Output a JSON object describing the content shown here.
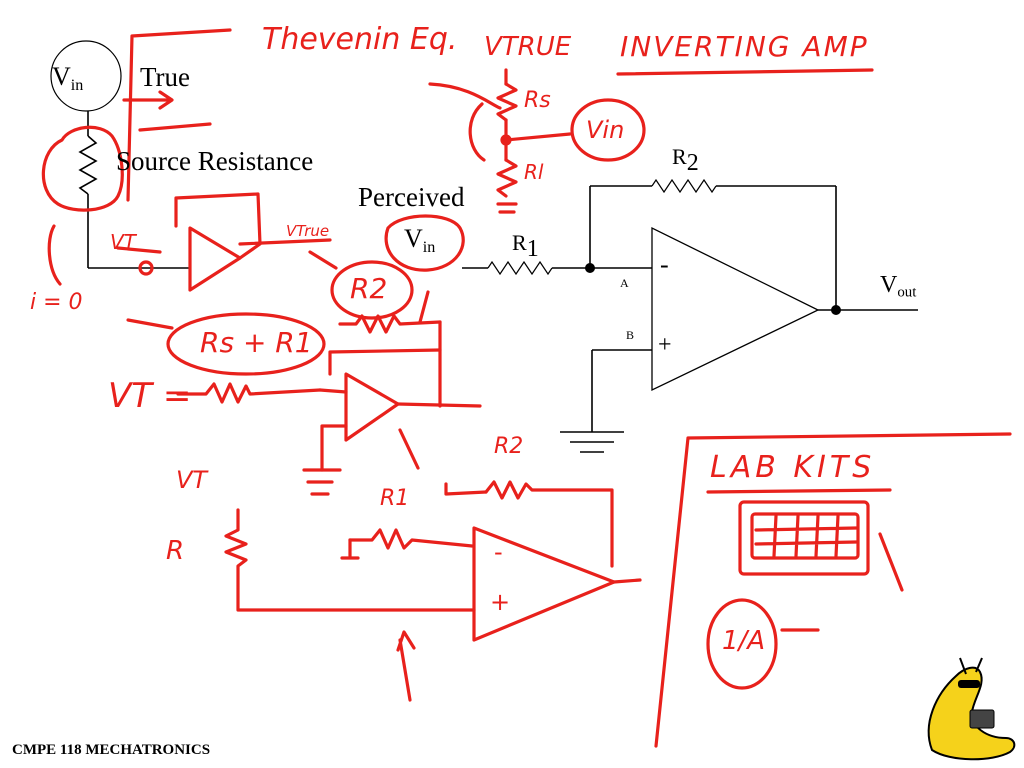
{
  "slide": {
    "footer": "CMPE 118 MECHATRONICS",
    "labels": {
      "vin_left_main": "V",
      "vin_left_sub": "in",
      "true": "True",
      "source_resistance": "Source Resistance",
      "perceived": "Perceived",
      "vin_right_main": "V",
      "vin_right_sub": "in",
      "r2_main": "R",
      "r2_sub": "2",
      "r1_main": "R",
      "r1_sub": "1",
      "node_a": "A",
      "node_b": "B",
      "minus": "-",
      "plus": "+",
      "vout_main": "V",
      "vout_sub": "out"
    },
    "annotations": {
      "thevenin": "Thevenin Eq.",
      "vtrue": "VTRUE",
      "inverting_amp": "INVERTING AMP",
      "rs": "Rs",
      "vin_circle": "Vin",
      "rl": "Rl",
      "vt": "VT",
      "vt_true": "VTrue",
      "i_zero": "i = 0",
      "r2_circled": "R2",
      "rs_plus_r1": "Rs + R1",
      "vt_eq": "VT =",
      "vt_lower": "VT",
      "r_lower": "R",
      "r2_lower": "R2",
      "r1_lower": "R1",
      "lab_kits": "LAB KITS",
      "one_over_a": "1/A",
      "minus2": "-",
      "plus2": "+"
    },
    "colors": {
      "ink": "#000000",
      "marker": "#e8211c",
      "mascot": "#f5d21b"
    }
  }
}
